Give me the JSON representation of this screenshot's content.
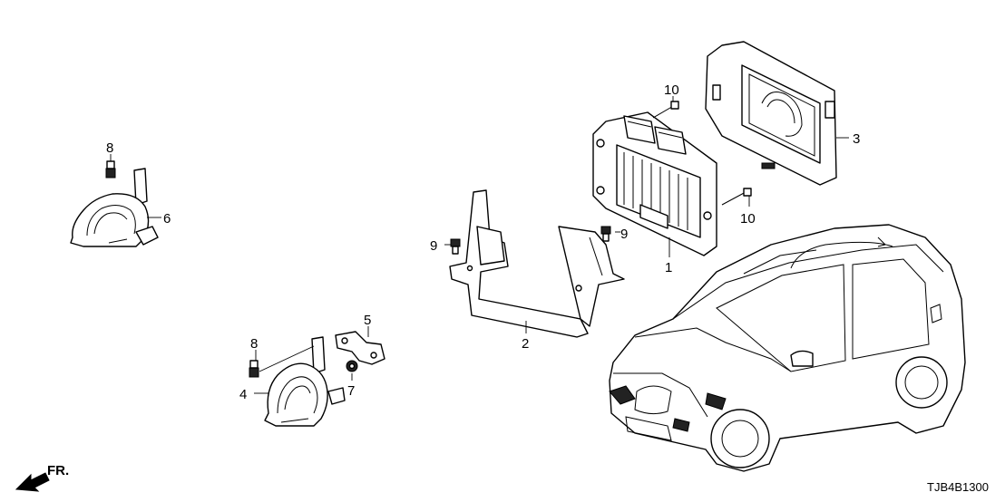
{
  "callouts": [
    {
      "id": "c1",
      "text": "1"
    },
    {
      "id": "c2",
      "text": "2"
    },
    {
      "id": "c3",
      "text": "3"
    },
    {
      "id": "c4",
      "text": "4"
    },
    {
      "id": "c5",
      "text": "5"
    },
    {
      "id": "c6",
      "text": "6"
    },
    {
      "id": "c7",
      "text": "7"
    },
    {
      "id": "c8a",
      "text": "8"
    },
    {
      "id": "c8b",
      "text": "8"
    },
    {
      "id": "c9a",
      "text": "9"
    },
    {
      "id": "c9b",
      "text": "9"
    },
    {
      "id": "c10a",
      "text": "10"
    },
    {
      "id": "c10b",
      "text": "10"
    }
  ],
  "direction_label": "FR.",
  "diagram_code": "TJB4B1300"
}
